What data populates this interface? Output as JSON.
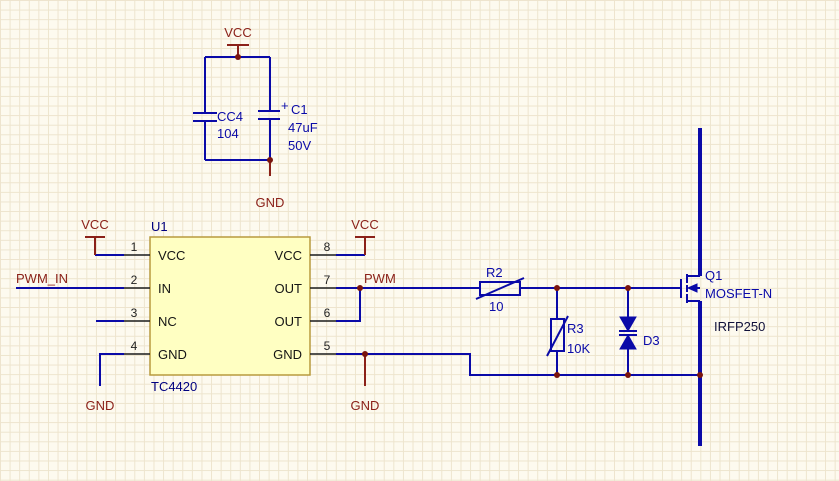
{
  "colors": {
    "background": "#fdfaef",
    "grid_line": "#ede4cd",
    "wire_blue": "#0a0aa8",
    "power_red": "#8b2119",
    "junction_red": "#7a150d",
    "ic_fill": "#ffffc2",
    "ic_border": "#b89a3e",
    "designator_blue": "#000080"
  },
  "power": {
    "vcc": "VCC",
    "gnd": "GND"
  },
  "nets": {
    "pwm_in": "PWM_IN",
    "pwm": "PWM"
  },
  "components": {
    "cc4": {
      "ref": "CC4",
      "value": "104"
    },
    "c1": {
      "plus": "+",
      "ref": "C1",
      "value": "47uF",
      "rating": "50V"
    },
    "u1": {
      "ref": "U1",
      "part": "TC4420",
      "left_pins": [
        {
          "num": "1",
          "name": "VCC"
        },
        {
          "num": "2",
          "name": "IN"
        },
        {
          "num": "3",
          "name": "NC"
        },
        {
          "num": "4",
          "name": "GND"
        }
      ],
      "right_pins": [
        {
          "num": "8",
          "name": "VCC"
        },
        {
          "num": "7",
          "name": "OUT"
        },
        {
          "num": "6",
          "name": "OUT"
        },
        {
          "num": "5",
          "name": "GND"
        }
      ]
    },
    "r2": {
      "ref": "R2",
      "value": "10"
    },
    "r3": {
      "ref": "R3",
      "value": "10K"
    },
    "d3": {
      "ref": "D3"
    },
    "q1": {
      "ref": "Q1",
      "type": "MOSFET-N",
      "part": "IRFP250"
    }
  }
}
